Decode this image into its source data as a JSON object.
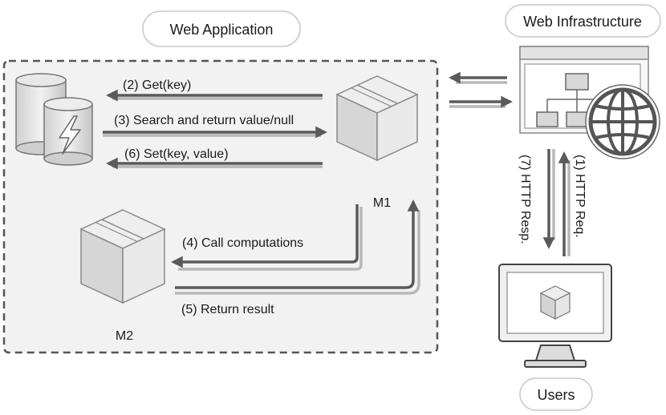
{
  "titles": {
    "web_application": "Web Application",
    "web_infrastructure": "Web Infrastructure",
    "users": "Users"
  },
  "nodes": {
    "m1": "M1",
    "m2": "M2"
  },
  "edges": {
    "get_key": "(2) Get(key)",
    "search_return": "(3) Search and return value/null",
    "set_key_value": "(6) Set(key, value)",
    "call_computations": "(4) Call computations",
    "return_result": "(5) Return result",
    "http_req": "(1) HTTP Req.",
    "http_resp": "(7) HTTP Resp."
  },
  "colors": {
    "arrow": "#5a5a5a",
    "arrow_shadow": "#b8b8b8",
    "panel_fill": "#f2f2f2",
    "panel_border": "#555555",
    "cube_face": "#e6e6e6"
  },
  "icons": {
    "database": "database-icon",
    "cube": "cube-icon",
    "sitemap": "sitemap-icon",
    "globe": "globe-icon",
    "monitor": "monitor-icon"
  }
}
